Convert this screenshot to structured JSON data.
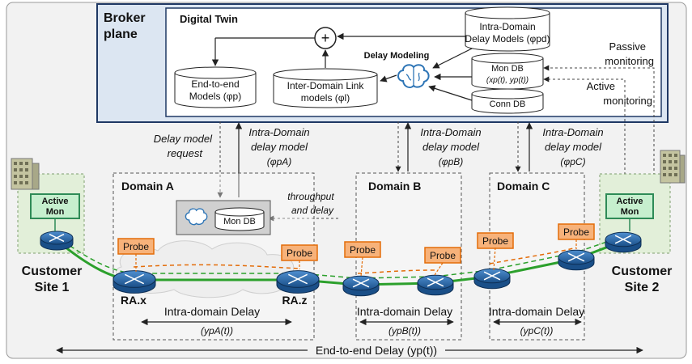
{
  "broker": {
    "title_line1": "Broker",
    "title_line2": "plane",
    "digital_twin": "Digital Twin",
    "delay_modeling": "Delay Modeling",
    "intra_models_line1": "Intra-Domain",
    "intra_models_line2": "Delay Models (φpd)",
    "mon_db": "Mon DB",
    "mon_db_vars": "(xp(t), yp(t))",
    "conn_db": "Conn DB",
    "e2e_models_line1": "End-to-end",
    "e2e_models_line2": "Models (φp)",
    "inter_models_line1": "Inter-Domain Link",
    "inter_models_line2": "models (φl)",
    "plus": "+"
  },
  "monitoring": {
    "passive_line1": "Passive",
    "passive_line2": "monitoring",
    "active_line1": "Active",
    "active_line2": "monitoring"
  },
  "arrows_text": {
    "request_line1": "Delay model",
    "request_line2": "request",
    "a_line1": "Intra-Domain",
    "a_line2": "delay model",
    "a_line3": "(φpA)",
    "b_line1": "Intra-Domain",
    "b_line2": "delay model",
    "b_line3": "(φpB)",
    "c_line1": "Intra-Domain",
    "c_line2": "delay model",
    "c_line3": "(φpC)"
  },
  "domains": {
    "a": "Domain A",
    "b": "Domain B",
    "c": "Domain C",
    "a_mon_db": "Mon DB",
    "throughput_line1": "throughput",
    "throughput_line2": "and delay"
  },
  "network": {
    "active_mon": "Active\nMon",
    "active_line1": "Active",
    "active_line2": "Mon",
    "probe": "Probe",
    "ra_x": "RA.x",
    "ra_z": "RA.z",
    "site1_line1": "Customer",
    "site1_line2": "Site 1",
    "site2_line1": "Customer",
    "site2_line2": "Site 2"
  },
  "delays": {
    "intra_a": "Intra-domain Delay",
    "intra_a_var": "(ypA(t))",
    "intra_b": "Intra-domain Delay",
    "intra_b_var": "(ypB(t))",
    "intra_c": "Intra-domain Delay",
    "intra_c_var": "(ypC(t))",
    "end_to_end": "End-to-end Delay (yp(t))"
  },
  "colors": {
    "broker_fill": "#dce6f2",
    "probe_fill": "#f7b27a",
    "probe_stroke": "#e36c09",
    "active_fill": "#c6efce",
    "active_stroke": "#2e8b57",
    "router_fill": "#1f5f9f",
    "path_green": "#2ca02c",
    "path_orange": "#e36c09"
  }
}
